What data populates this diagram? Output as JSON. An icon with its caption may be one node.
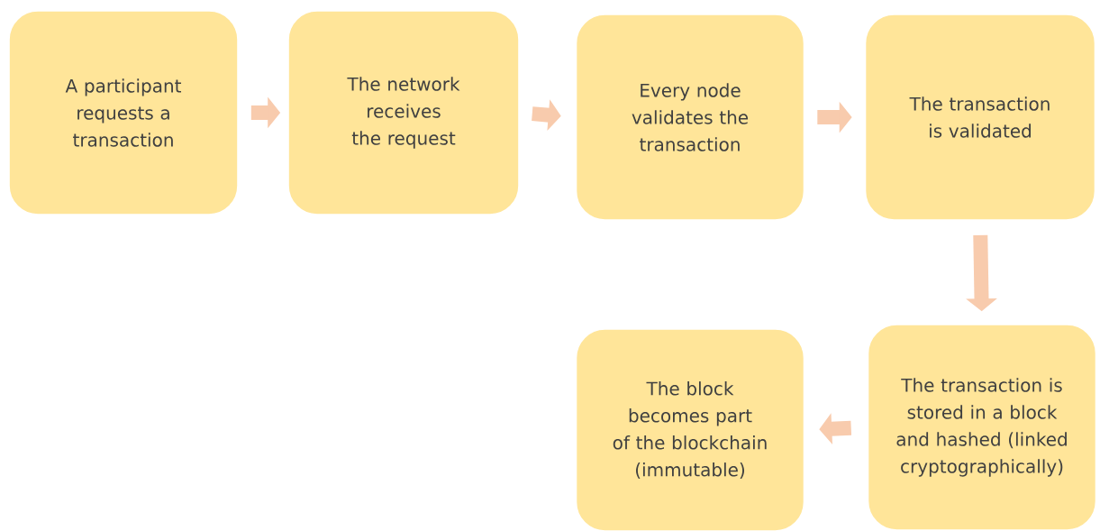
{
  "diagram": {
    "nodes": [
      {
        "text": [
          "A participant requests a transaction"
        ]
      },
      {
        "text": [
          "The network receives the request"
        ]
      },
      {
        "text": [
          "Every node validates the transaction"
        ]
      },
      {
        "text": [
          "The transaction is validated"
        ]
      },
      {
        "text": [
          "The transaction is stored in a block and hashed (linked cryptographically)"
        ]
      },
      {
        "text": [
          "The block becomes part of the blockchain (immutable)"
        ]
      }
    ],
    "edges": [
      {
        "from": 0,
        "to": 1,
        "arrow": "to"
      },
      {
        "from": 1,
        "to": 2,
        "arrow": "to"
      },
      {
        "from": 2,
        "to": 3,
        "arrow": "to"
      },
      {
        "from": 3,
        "to": 4,
        "arrow": "to"
      },
      {
        "from": 4,
        "to": 5,
        "arrow": "to"
      }
    ]
  }
}
